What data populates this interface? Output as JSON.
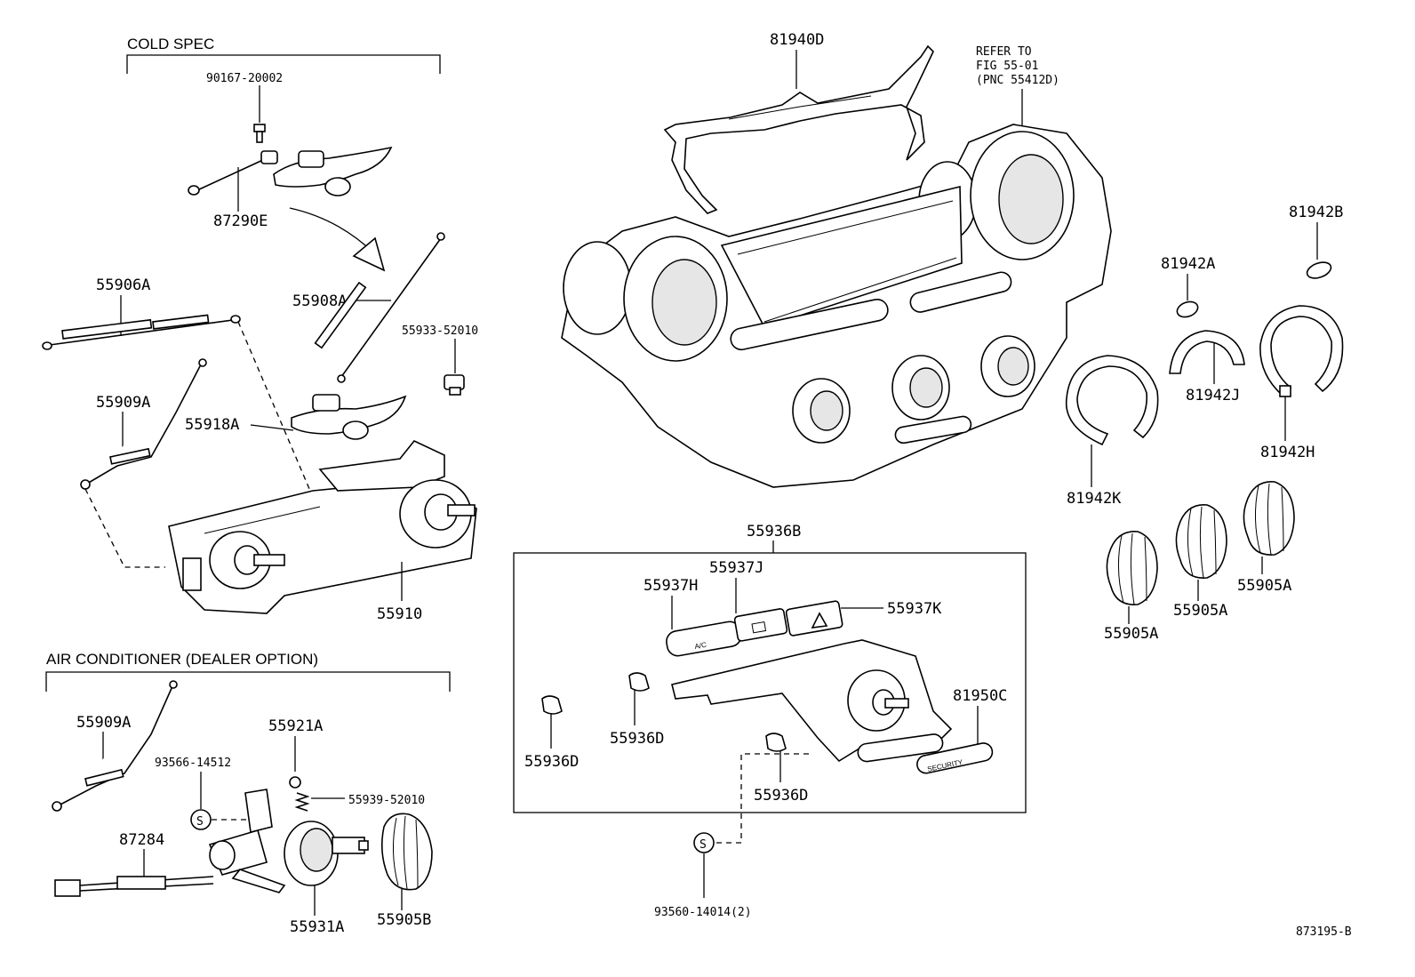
{
  "sections": {
    "cold_spec": "COLD SPEC",
    "air_conditioner": "AIR CONDITIONER (DEALER OPTION)"
  },
  "reference_note": {
    "line1": "REFER TO",
    "line2": "FIG 55-01",
    "line3": "(PNC 55412D)"
  },
  "security_label": "SECURITY",
  "switch_ac_label": "A/C",
  "diagram_id": "873195-B",
  "parts": {
    "p90167_20002": "90167-20002",
    "p87290E": "87290E",
    "p55906A": "55906A",
    "p55908A": "55908A",
    "p55933_52010": "55933-52010",
    "p55909A_top": "55909A",
    "p55918A": "55918A",
    "p55910": "55910",
    "p55909A_ac": "55909A",
    "p93566_14512": "93566-14512",
    "p55921A": "55921A",
    "p55939_52010": "55939-52010",
    "p87284": "87284",
    "p55931A": "55931A",
    "p55905B": "55905B",
    "p81940D": "81940D",
    "p55936B": "55936B",
    "p55937J": "55937J",
    "p55937H": "55937H",
    "p55937K": "55937K",
    "p81950C": "81950C",
    "p55936D_a": "55936D",
    "p55936D_b": "55936D",
    "p55936D_c": "55936D",
    "p93560_14014": "93560-14014(2)",
    "p81942B": "81942B",
    "p81942A": "81942A",
    "p81942J": "81942J",
    "p81942H": "81942H",
    "p81942K": "81942K",
    "p55905A_a": "55905A",
    "p55905A_b": "55905A",
    "p55905A_c": "55905A"
  },
  "symbols": {
    "screw_symbol": "S"
  }
}
